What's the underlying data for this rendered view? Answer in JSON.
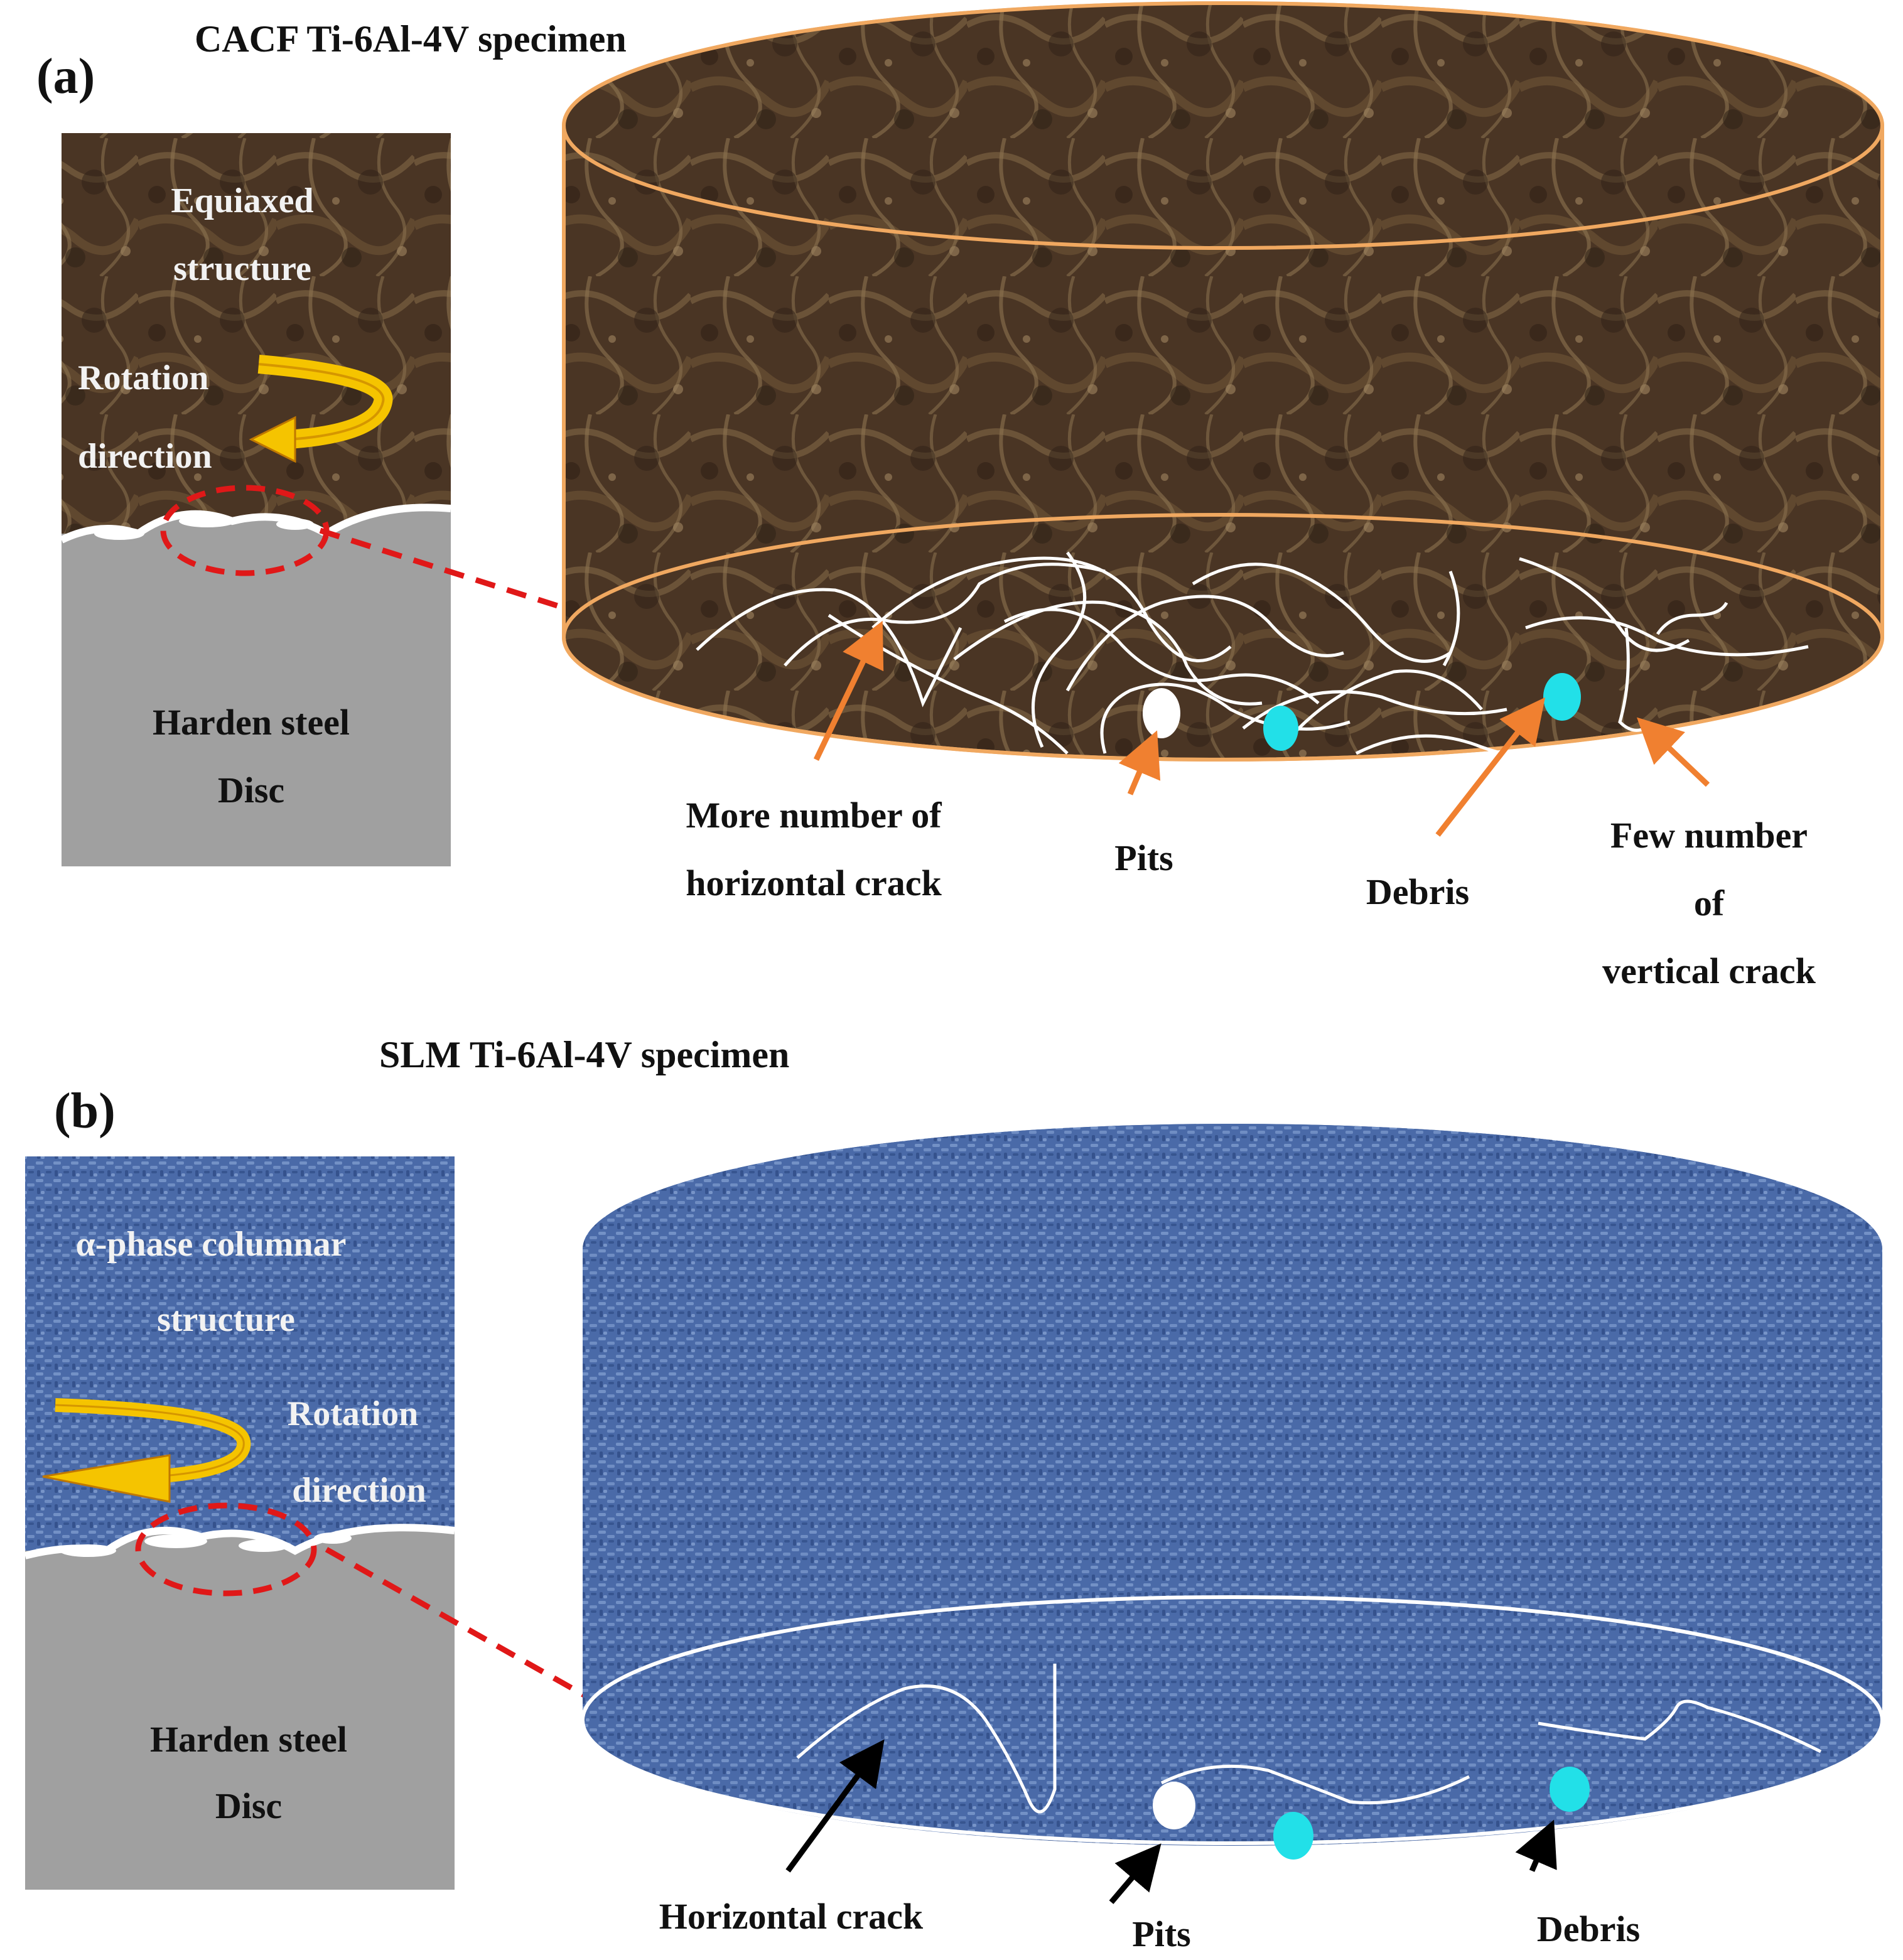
{
  "panel_a": {
    "label": "(a)",
    "title": "CACF Ti-6Al-4V specimen",
    "structure_label_line1": "Equiaxed",
    "structure_label_line2": "structure",
    "rotation_line1": "Rotation",
    "rotation_line2": "direction",
    "disc_line1": "Harden steel",
    "disc_line2": "Disc",
    "callout_cracks_line1": "More number of",
    "callout_cracks_line2": "horizontal crack",
    "callout_pits": "Pits",
    "callout_debris": "Debris",
    "callout_vertical_line1": "Few number",
    "callout_vertical_line2": "of",
    "callout_vertical_line3": "vertical crack",
    "colors": {
      "texture": "#4a3524",
      "texture_light": "#8a7050",
      "outline": "#f0a860",
      "arrow": "#f08030",
      "debris": "#22e0e8"
    }
  },
  "panel_b": {
    "label": "(b)",
    "title": "SLM Ti-6Al-4V specimen",
    "structure_label_line1": "α-phase columnar",
    "structure_label_line2": "structure",
    "rotation_line1": "Rotation",
    "rotation_line2": "direction",
    "disc_line1": "Harden steel",
    "disc_line2": "Disc",
    "callout_cracks": "Horizontal crack",
    "callout_pits": "Pits",
    "callout_debris": "Debris",
    "colors": {
      "texture": "#4a6aa8",
      "texture_light": "#7a98cc",
      "arrow": "#000000",
      "debris": "#22e0e8"
    }
  },
  "common_colors": {
    "disc": "#a0a0a0",
    "contact_ellipse": "#e01818",
    "rotation_arrow": "#f5c400"
  }
}
